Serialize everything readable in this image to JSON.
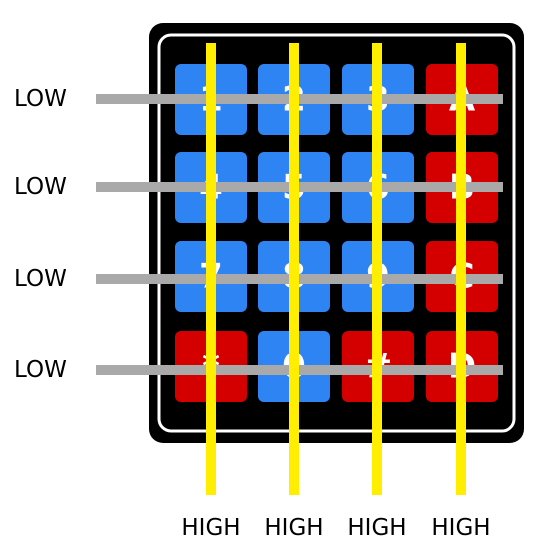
{
  "colors": {
    "frame": "#000000",
    "border": "#ffffff",
    "digit_key": "#2f84f4",
    "letter_key": "#d40000",
    "key_label": "#ffffff",
    "row_wire": "#a9a9a9",
    "column_wire": "#ffee00"
  },
  "rows": [
    {
      "label": "LOW",
      "keys": [
        {
          "label": "1",
          "kind": "digit"
        },
        {
          "label": "2",
          "kind": "digit"
        },
        {
          "label": "3",
          "kind": "digit"
        },
        {
          "label": "A",
          "kind": "letter"
        }
      ]
    },
    {
      "label": "LOW",
      "keys": [
        {
          "label": "4",
          "kind": "digit"
        },
        {
          "label": "5",
          "kind": "digit"
        },
        {
          "label": "6",
          "kind": "digit"
        },
        {
          "label": "B",
          "kind": "letter"
        }
      ]
    },
    {
      "label": "LOW",
      "keys": [
        {
          "label": "7",
          "kind": "digit"
        },
        {
          "label": "8",
          "kind": "digit"
        },
        {
          "label": "9",
          "kind": "digit"
        },
        {
          "label": "C",
          "kind": "letter"
        }
      ]
    },
    {
      "label": "LOW",
      "keys": [
        {
          "label": "*",
          "kind": "letter"
        },
        {
          "label": "0",
          "kind": "digit"
        },
        {
          "label": "#",
          "kind": "letter"
        },
        {
          "label": "D",
          "kind": "letter"
        }
      ]
    }
  ],
  "columns": [
    {
      "label": "HIGH"
    },
    {
      "label": "HIGH"
    },
    {
      "label": "HIGH"
    },
    {
      "label": "HIGH"
    }
  ]
}
